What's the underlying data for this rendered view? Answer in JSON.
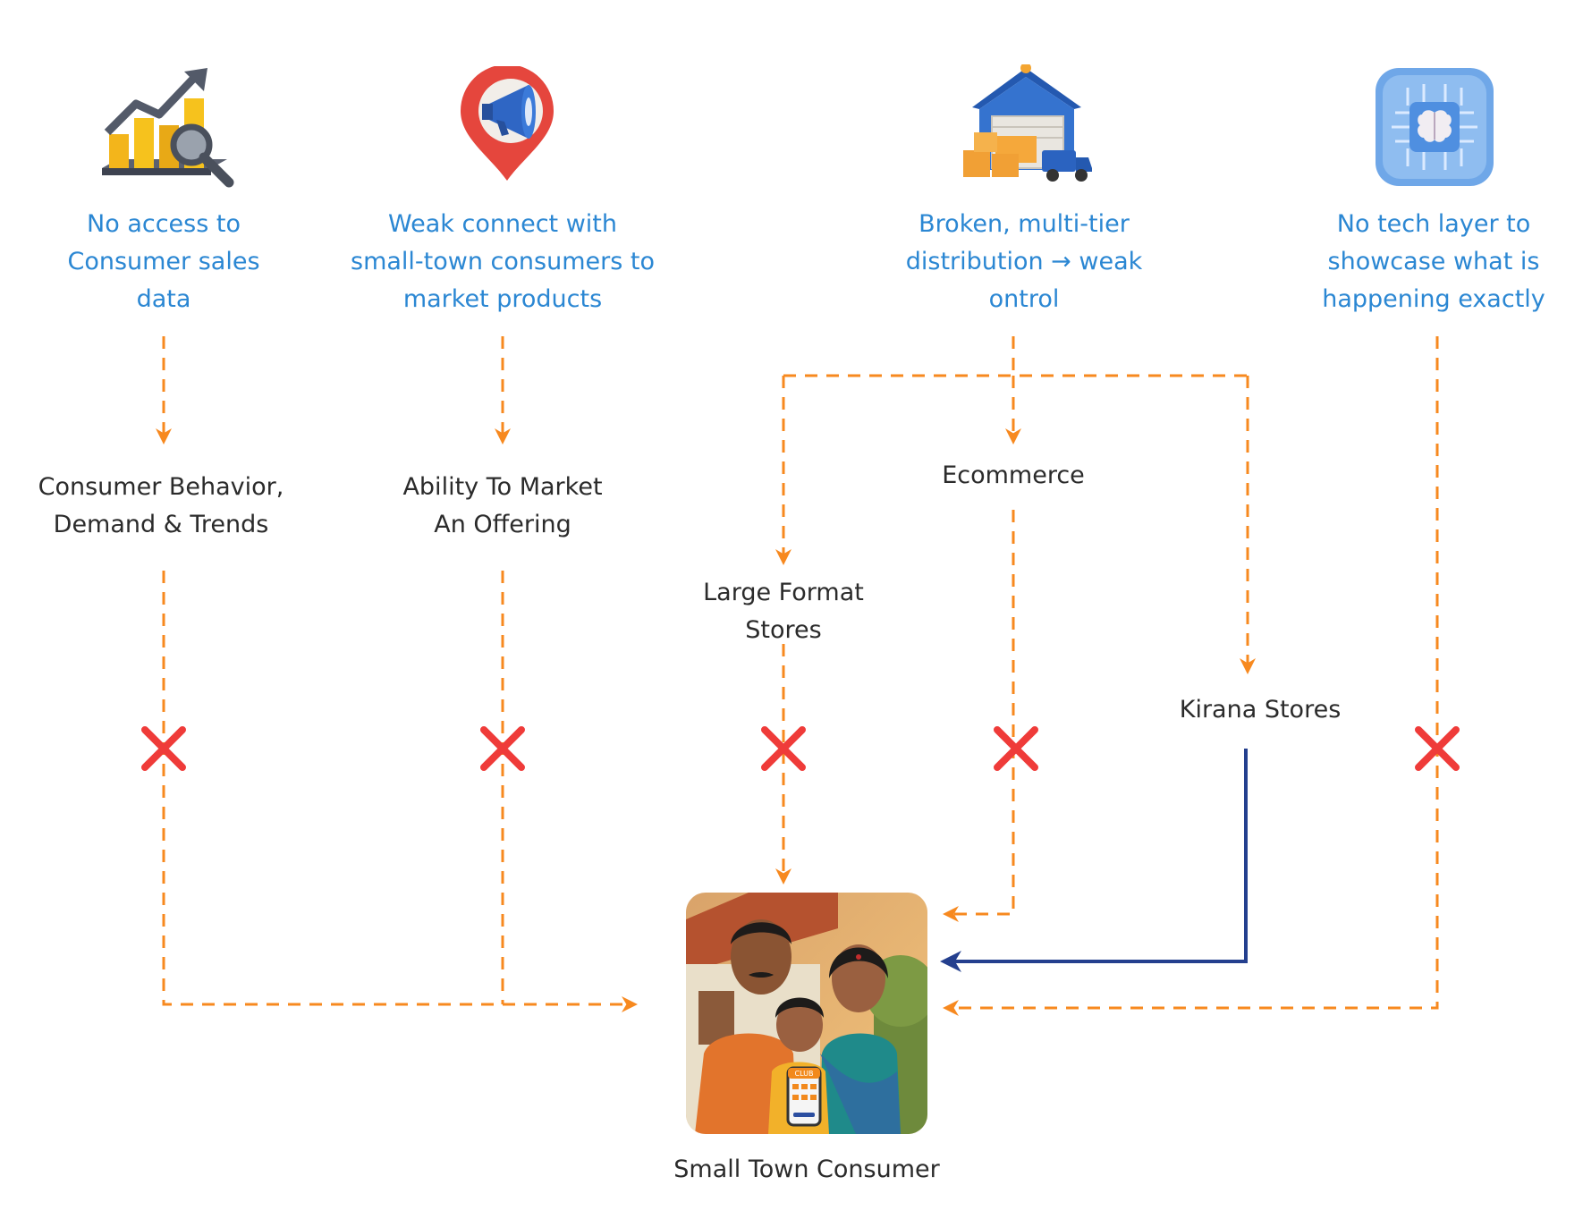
{
  "problems": [
    {
      "lines": [
        "No access to",
        "Consumer sales",
        "data"
      ],
      "icon": "bar-chart-magnifier-icon"
    },
    {
      "lines": [
        "Weak connect with",
        "small-town consumers to",
        "market products"
      ],
      "icon": "megaphone-location-pin-icon"
    },
    {
      "lines": [
        "Broken, multi-tier",
        "distribution → weak",
        "ontrol"
      ],
      "icon": "warehouse-delivery-truck-icon"
    },
    {
      "lines": [
        "No tech layer to",
        "showcase what is",
        "happening exactly"
      ],
      "icon": "brain-chip-icon"
    }
  ],
  "nodes": {
    "consumer_behavior": "Consumer Behavior,\nDemand & Trends",
    "ability_to_market": "Ability To Market\nAn Offering",
    "large_format": "Large Format\nStores",
    "ecommerce": "Ecommerce",
    "kirana": "Kirana Stores"
  },
  "consumer": {
    "label": "Small Town Consumer",
    "image": "family-with-smartphone-photo",
    "phone_badge": "CLUB"
  },
  "colors": {
    "problem_text": "#2b87d3",
    "node_text": "#2b2b2b",
    "dashed_connector": "#f7891f",
    "working_connector": "#243f8e",
    "blocked_mark": "#ef3b39"
  }
}
